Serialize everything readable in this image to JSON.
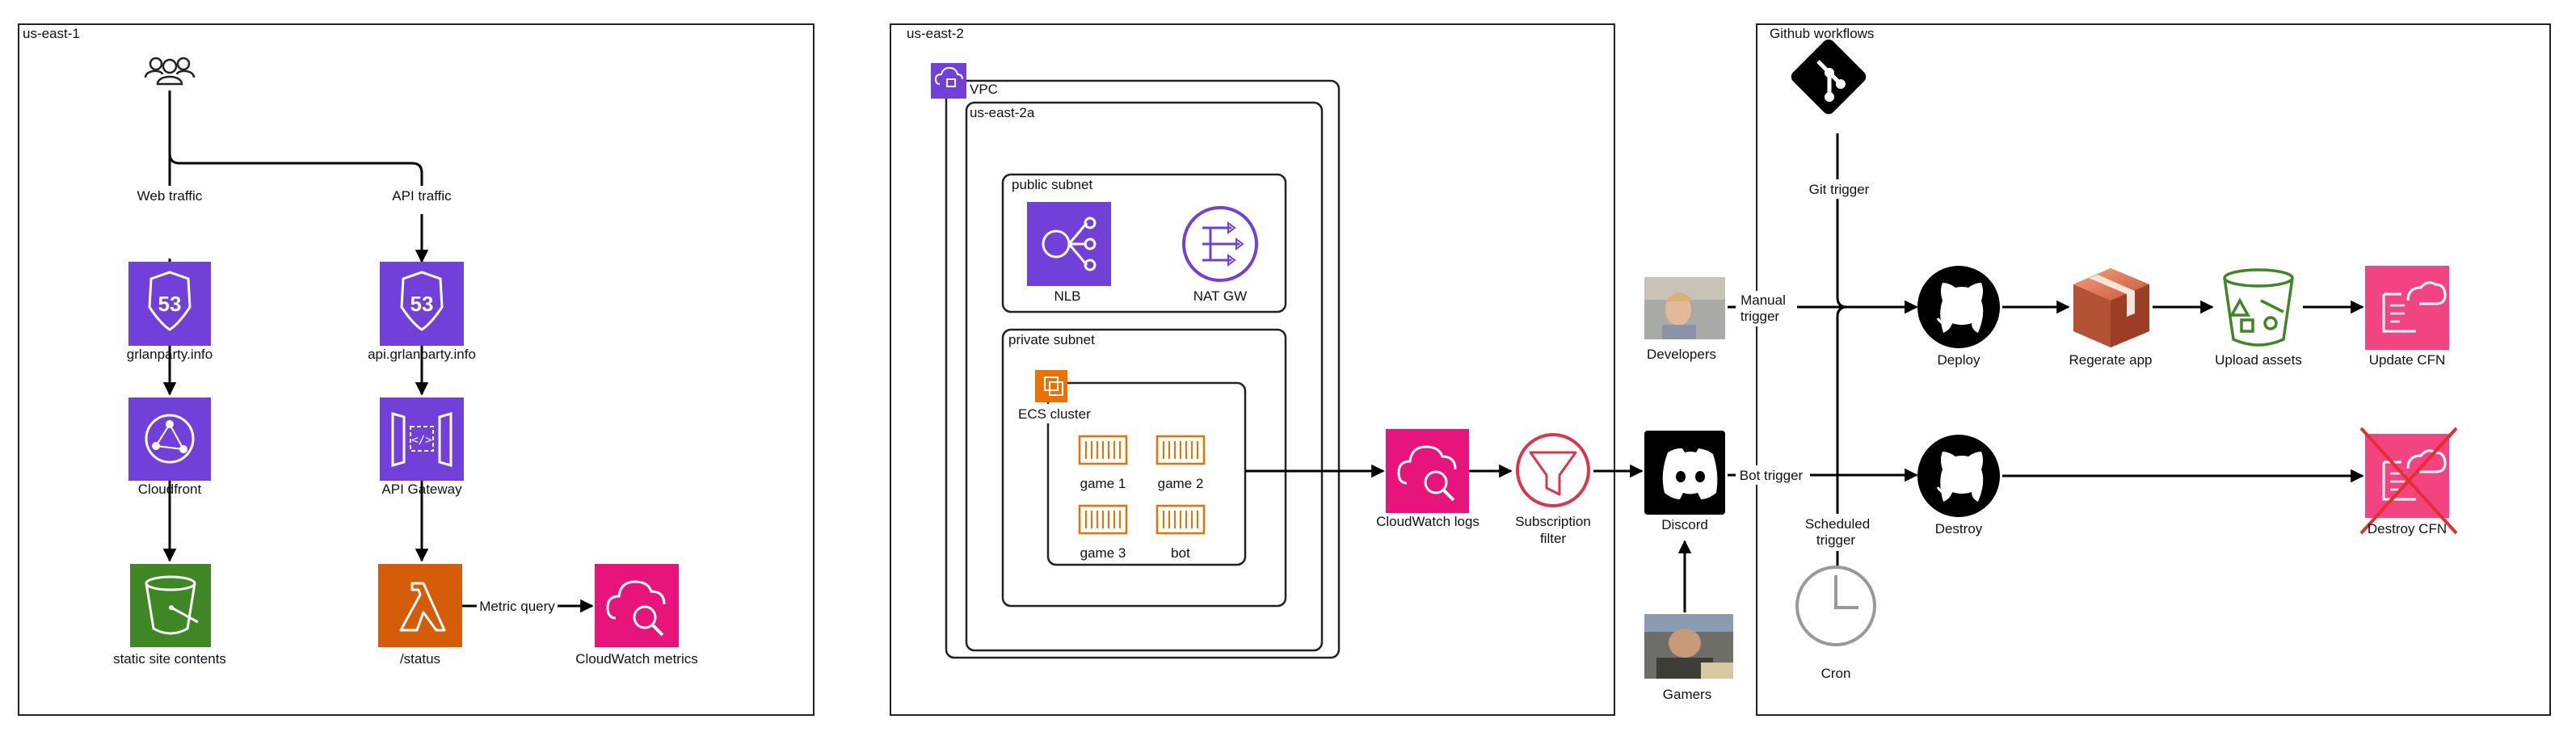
{
  "regions": {
    "us_east_1": "us-east-1",
    "us_east_2": "us-east-2",
    "github": "Github workflows"
  },
  "groups": {
    "vpc": "VPC",
    "az": "us-east-2a",
    "public_subnet": "public subnet",
    "private_subnet": "private subnet",
    "ecs_cluster": "ECS cluster"
  },
  "nodes": {
    "users": "",
    "route53_web": "grlanparty.info",
    "route53_api": "api.grlanparty.info",
    "cloudfront": "Cloudfront",
    "api_gateway": "API Gateway",
    "s3": "static site contents",
    "lambda": "/status",
    "cw_metrics": "CloudWatch metrics",
    "nlb": "NLB",
    "nat_gw": "NAT GW",
    "game1": "game 1",
    "game2": "game 2",
    "game3": "game 3",
    "bot": "bot",
    "cw_logs": "CloudWatch logs",
    "sub_filter_l1": "Subscription",
    "sub_filter_l2": "filter",
    "developers": "Developers",
    "discord": "Discord",
    "gamers": "Gamers",
    "git": "",
    "deploy": "Deploy",
    "regenerate": "Regerate app",
    "upload": "Upload assets",
    "update_cfn": "Update CFN",
    "destroy": "Destroy",
    "destroy_cfn": "Destroy CFN",
    "cron": "Cron"
  },
  "edge_labels": {
    "web_traffic": "Web traffic",
    "api_traffic": "API traffic",
    "metric_query": "Metric query",
    "manual_l1": "Manual",
    "manual_l2": "trigger",
    "bot_trigger": "Bot trigger",
    "git_trigger": "Git trigger",
    "scheduled_l1": "Scheduled",
    "scheduled_l2": "trigger"
  },
  "colors": {
    "aws_purple": "#7040d8",
    "aws_pink": "#e7157b",
    "aws_green": "#3f8624",
    "aws_orange": "#d45b07",
    "ecs_orange": "#ed7100",
    "filter_red": "#dd344c",
    "cfn_pink": "#f34482",
    "cross_red": "#e52e2e"
  }
}
